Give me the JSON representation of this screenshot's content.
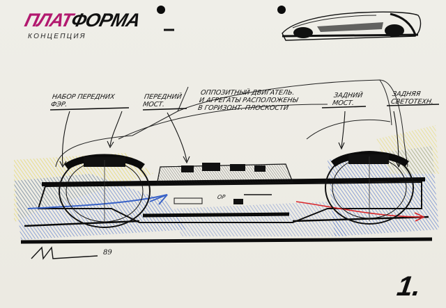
{
  "title": {
    "part1": "ПЛАТ",
    "part2": "ФОРМА",
    "subtitle": "КОНЦЕПЦИЯ"
  },
  "notes": [
    {
      "id": "front_suspension",
      "lines": [
        "НАБОР ПЕРЕДНИХ",
        "ФЭР."
      ]
    },
    {
      "id": "front_axle",
      "lines": [
        "ПЕРЕДНИЙ",
        "МОСТ."
      ]
    },
    {
      "id": "engine",
      "lines": [
        "ОППОЗИТНЫЙ ДВИГАТЕЛЬ.",
        "И АГРЕГАТЫ РАСПОЛОЖЕНЫ",
        "В ГОРИЗОНТ. ПЛОСКОСТИ"
      ]
    },
    {
      "id": "rear_axle",
      "lines": [
        "ЗАДНИЙ",
        "МОСТ."
      ]
    },
    {
      "id": "rear_lights",
      "lines": [
        "ЗАДНЯЯ",
        "СВЕТОТЕХН."
      ]
    }
  ],
  "chassis_label": "ОР",
  "signature_year": "89",
  "page_number": "1.",
  "colors": {
    "title_accent": "#b2196f",
    "blue_hatch": "#3a63c7",
    "yellow_hatch": "#e2d24a",
    "red_line": "#d9262a",
    "ink": "#111111"
  }
}
